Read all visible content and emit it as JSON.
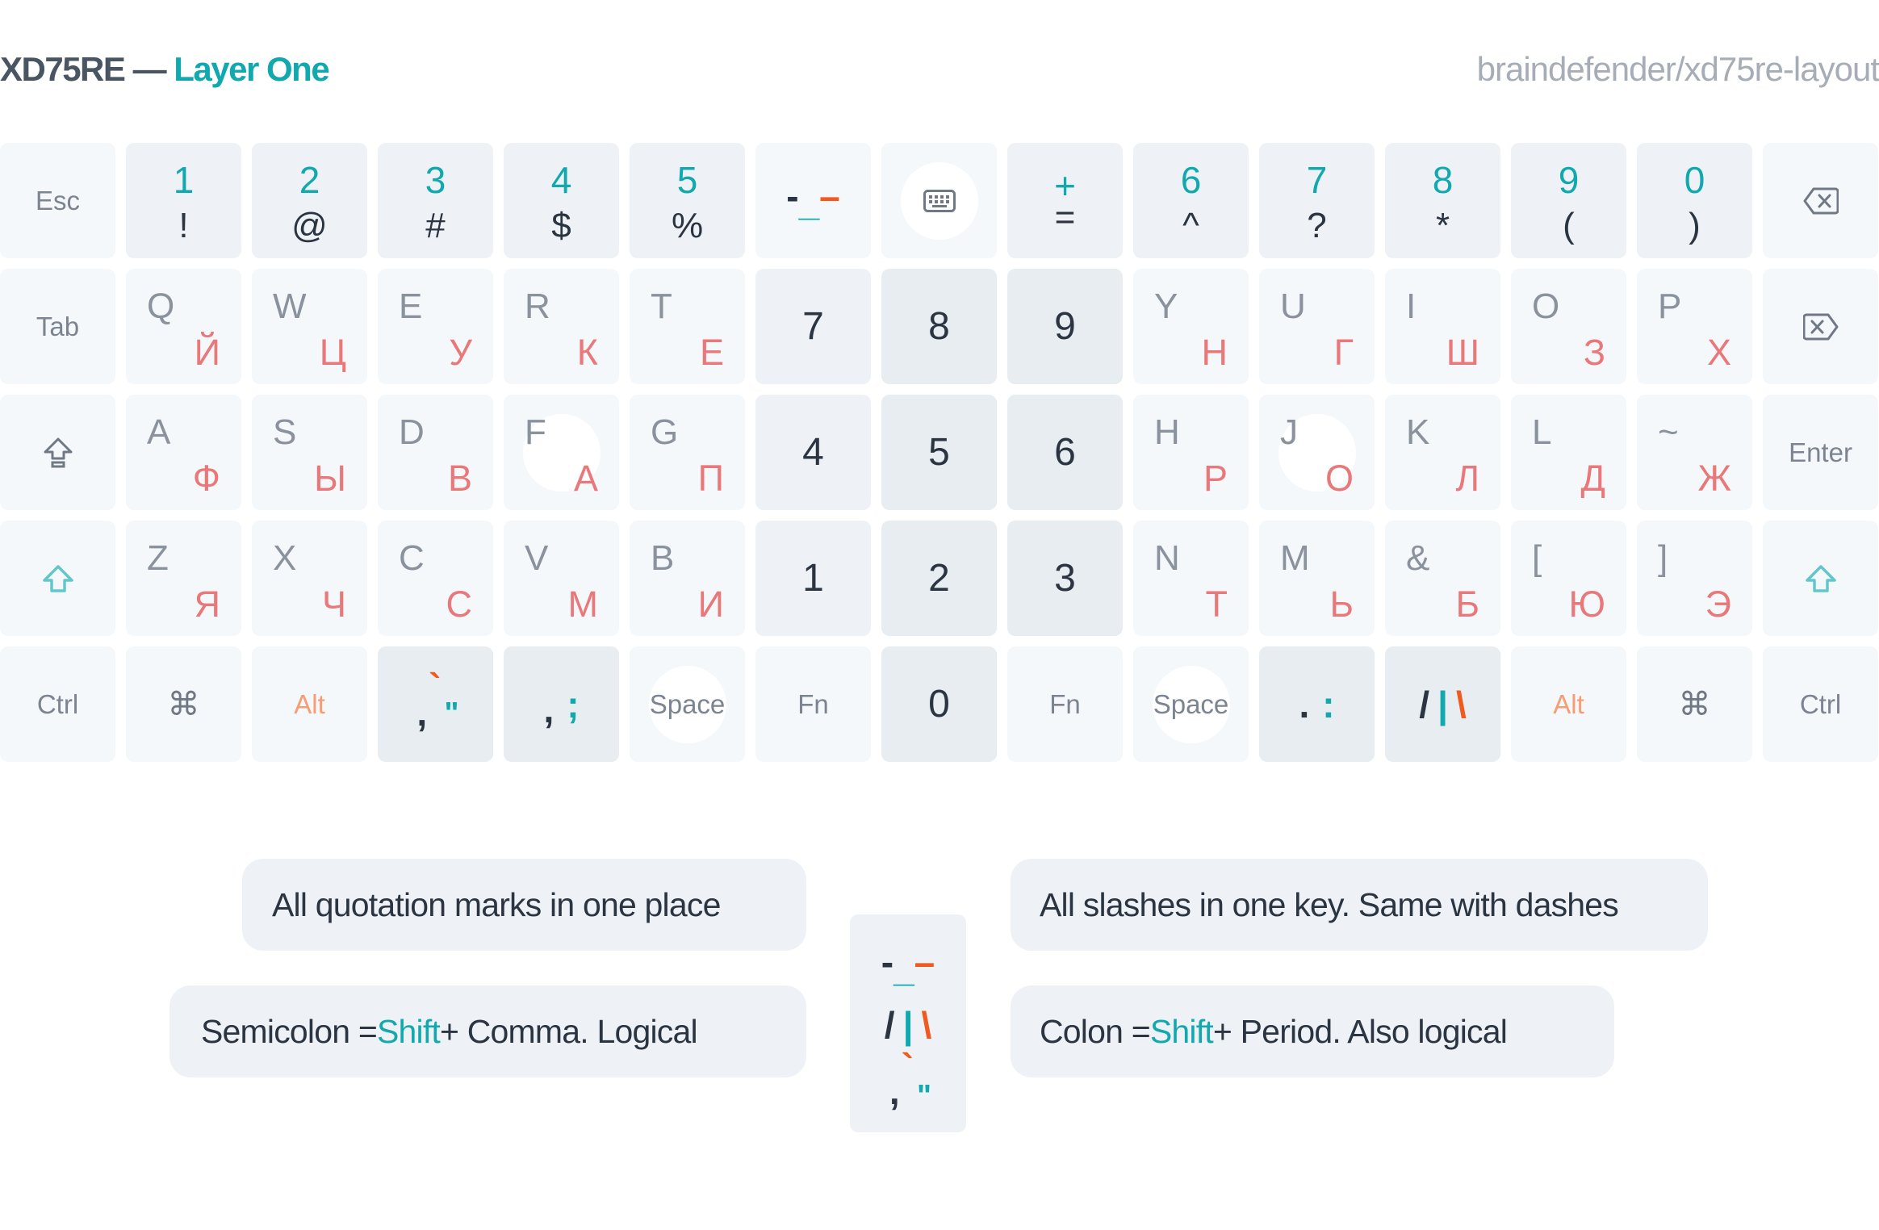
{
  "header": {
    "model": "XD75RE",
    "dash": " — ",
    "layer": "Layer One",
    "repo": "braindefender/xd75re-layout"
  },
  "rows": {
    "num": [
      {
        "top": "1",
        "bottom": "!"
      },
      {
        "top": "2",
        "bottom": "@"
      },
      {
        "top": "3",
        "bottom": "#"
      },
      {
        "top": "4",
        "bottom": "$"
      },
      {
        "top": "5",
        "bottom": "%"
      },
      {
        "top": "+",
        "bottom": "="
      },
      {
        "top": "6",
        "bottom": "^"
      },
      {
        "top": "7",
        "bottom": "?"
      },
      {
        "top": "8",
        "bottom": "*"
      },
      {
        "top": "9",
        "bottom": "("
      },
      {
        "top": "0",
        "bottom": ")"
      }
    ],
    "alpha1": [
      {
        "lat": "Q",
        "cyr": "Й"
      },
      {
        "lat": "W",
        "cyr": "Ц"
      },
      {
        "lat": "E",
        "cyr": "У"
      },
      {
        "lat": "R",
        "cyr": "К"
      },
      {
        "lat": "T",
        "cyr": "Е"
      },
      {
        "lat": "Y",
        "cyr": "Н"
      },
      {
        "lat": "U",
        "cyr": "Г"
      },
      {
        "lat": "I",
        "cyr": "Ш"
      },
      {
        "lat": "O",
        "cyr": "З"
      },
      {
        "lat": "P",
        "cyr": "Х"
      }
    ],
    "alpha2": [
      {
        "lat": "A",
        "cyr": "Ф"
      },
      {
        "lat": "S",
        "cyr": "Ы"
      },
      {
        "lat": "D",
        "cyr": "В"
      },
      {
        "lat": "F",
        "cyr": "А"
      },
      {
        "lat": "G",
        "cyr": "П"
      },
      {
        "lat": "H",
        "cyr": "Р"
      },
      {
        "lat": "J",
        "cyr": "О"
      },
      {
        "lat": "K",
        "cyr": "Л"
      },
      {
        "lat": "L",
        "cyr": "Д"
      },
      {
        "lat": "~",
        "cyr": "Ж"
      }
    ],
    "alpha3": [
      {
        "lat": "Z",
        "cyr": "Я"
      },
      {
        "lat": "X",
        "cyr": "Ч"
      },
      {
        "lat": "C",
        "cyr": "С"
      },
      {
        "lat": "V",
        "cyr": "М"
      },
      {
        "lat": "B",
        "cyr": "И"
      },
      {
        "lat": "N",
        "cyr": "Т"
      },
      {
        "lat": "M",
        "cyr": "Ь"
      },
      {
        "lat": "&",
        "cyr": "Б"
      },
      {
        "lat": "[",
        "cyr": "Ю"
      },
      {
        "lat": "]",
        "cyr": "Э"
      }
    ],
    "numpad": [
      "7",
      "8",
      "9",
      "4",
      "5",
      "6",
      "1",
      "2",
      "3",
      "0"
    ]
  },
  "keys": {
    "esc": "Esc",
    "tab": "Tab",
    "enter": "Enter",
    "ctrl": "Ctrl",
    "cmd": "⌘",
    "alt": "Alt",
    "space": "Space",
    "fn": "Fn"
  },
  "glyphs": {
    "dash_hyphen": "-",
    "dash_under": "_",
    "dash_long": "–",
    "backtick": "`",
    "comma": ",",
    "dquote": "\"",
    "semicolon": ";",
    "period": ".",
    "colon": ":",
    "slash": "/",
    "pipe": "|",
    "backslash": "\\"
  },
  "notes": {
    "quotes": "All quotation marks in one place",
    "slashes": "All slashes in one key. Same with dashes",
    "semicolon_pre": "Semicolon = ",
    "semicolon_shift": "Shift",
    "semicolon_post": " + Comma. Logical",
    "colon_pre": "Colon = ",
    "colon_shift": "Shift",
    "colon_post": " + Period. Also logical"
  },
  "colors": {
    "teal": "#11a9ae",
    "orange": "#f05a1f",
    "cyrillic": "#e8787a",
    "alt": "#f79c73",
    "text": "#2b3441"
  },
  "icons": {
    "keyboard": "keyboard-icon",
    "backspace": "backspace-icon",
    "delete": "delete-icon",
    "caps": "caps-lock-icon",
    "shift": "shift-icon"
  }
}
